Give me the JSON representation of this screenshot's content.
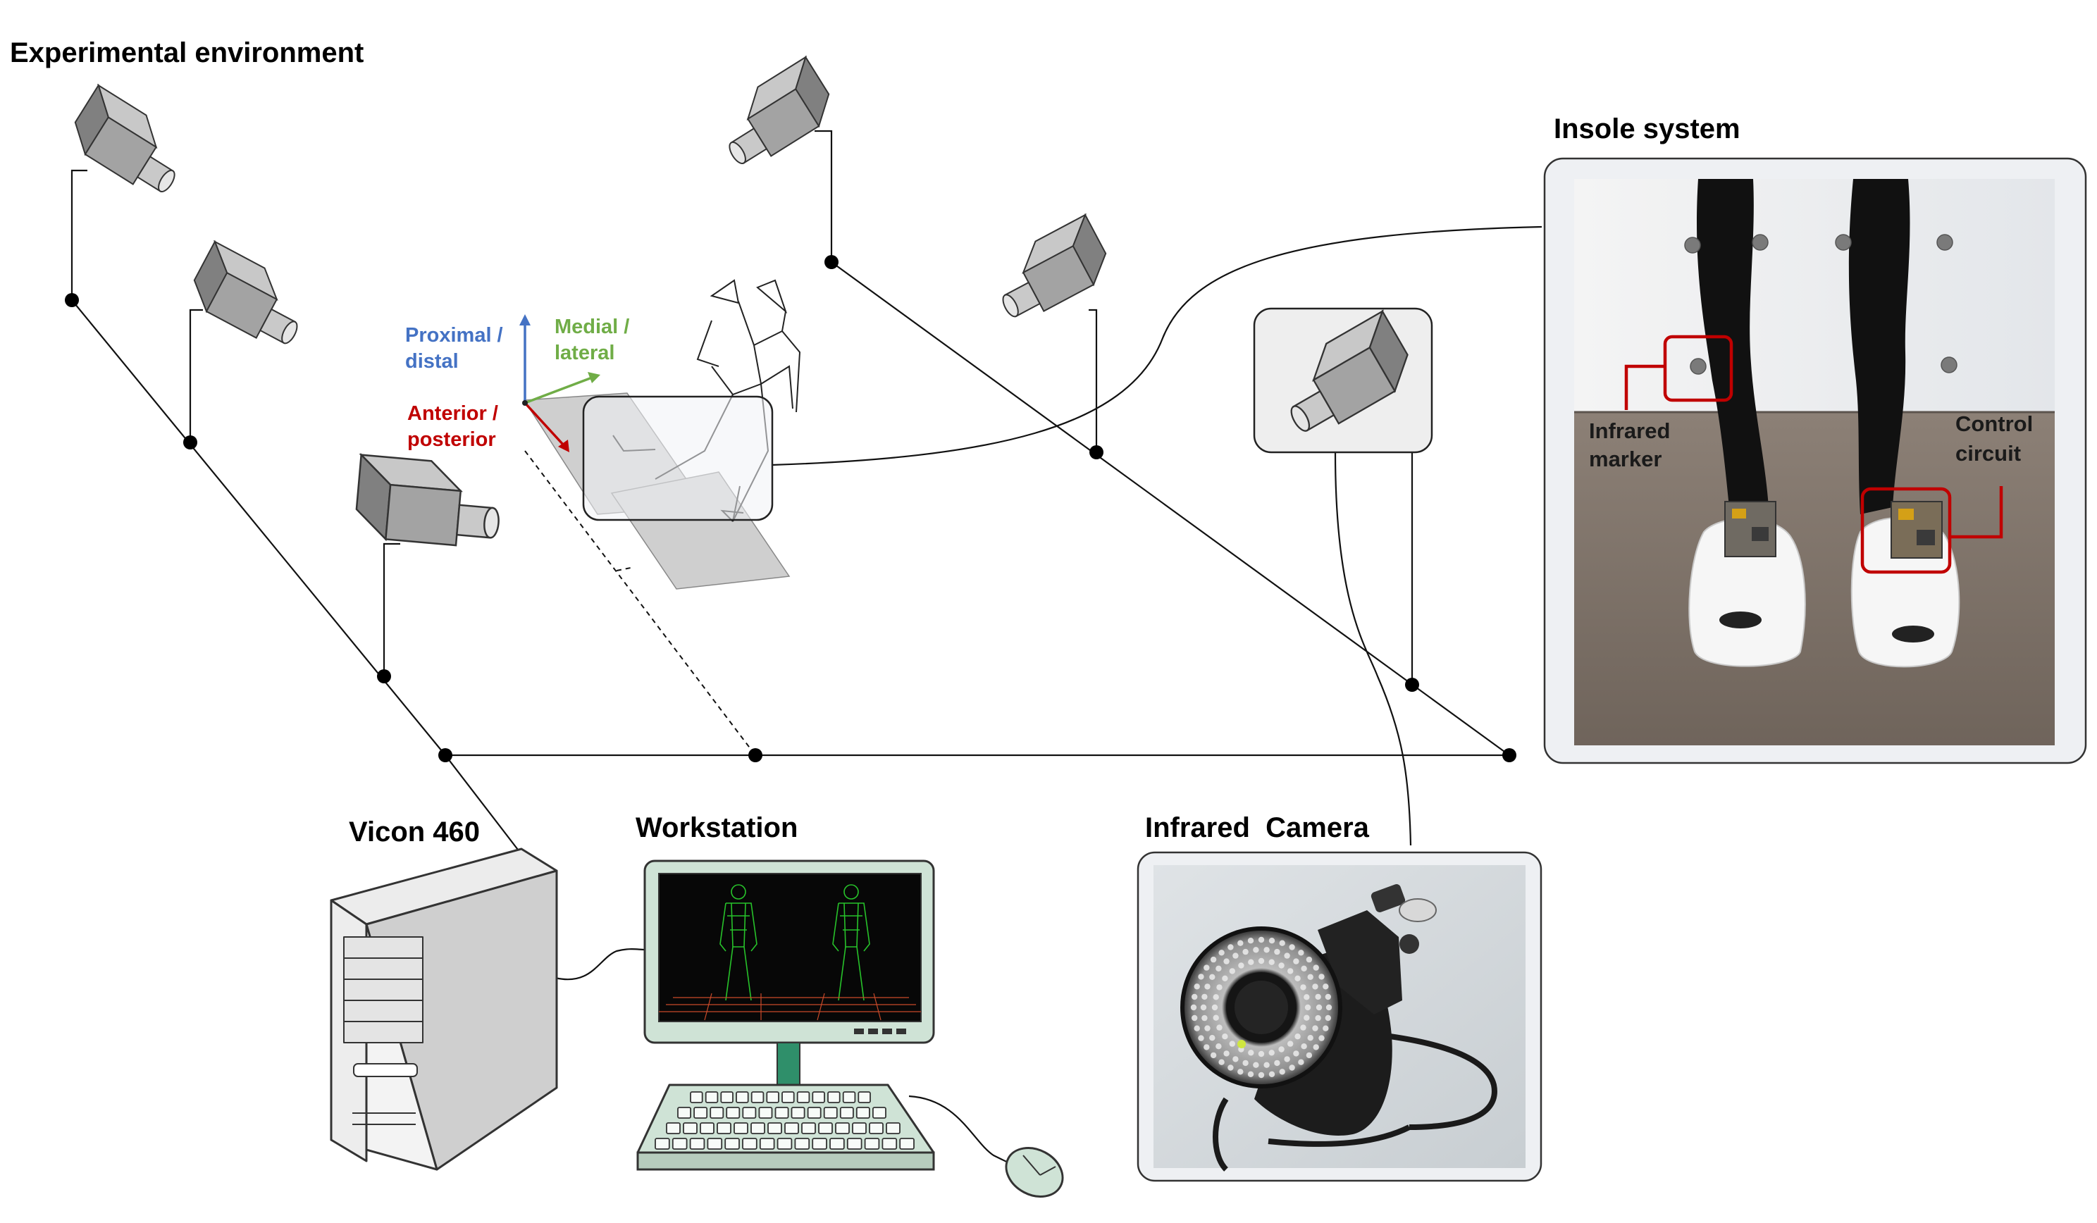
{
  "titles": {
    "environment": "Experimental environment",
    "insole": "Insole system",
    "vicon": "Vicon 460",
    "workstation": "Workstation",
    "ir_camera": "Infrared  Camera"
  },
  "axes": {
    "proximal_1": "Proximal /",
    "proximal_2": "distal",
    "medial_1": "Medial /",
    "medial_2": "lateral",
    "anterior_1": "Anterior /",
    "anterior_2": "posterior"
  },
  "insole_labels": {
    "infrared_1": "Infrared",
    "infrared_2": "marker",
    "control_1": "Control",
    "control_2": "circuit"
  },
  "colors": {
    "proximal": "#4472c4",
    "medial": "#70ad47",
    "anterior": "#c00000",
    "callout": "#c00000",
    "screen_figure": "#27c22a",
    "monitor": "#cfe3d6",
    "camera_body": "#9a9a9a"
  }
}
